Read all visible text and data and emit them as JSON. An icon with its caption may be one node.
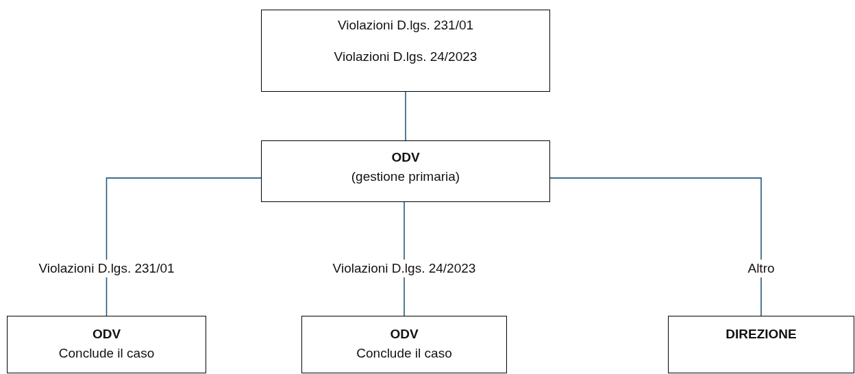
{
  "diagram": {
    "nodes": [
      {
        "text": [
          "Violazioni D.lgs. 231/01",
          "Violazioni D.lgs. 24/2023"
        ]
      },
      {
        "text": [
          "ODV",
          "(gestione primaria)"
        ]
      },
      {
        "text": [
          "ODV",
          "Conclude il caso"
        ]
      },
      {
        "text": [
          "ODV",
          "Conclude il caso"
        ]
      },
      {
        "text": [
          "DIREZIONE"
        ]
      }
    ],
    "edges": [
      {
        "from": 0,
        "to": 1,
        "arrow": "none"
      },
      {
        "from": 1,
        "to": 2,
        "arrow": "none",
        "label": "Violazioni D.lgs. 231/01"
      },
      {
        "from": 1,
        "to": 3,
        "arrow": "none",
        "label": "Violazioni D.lgs. 24/2023"
      },
      {
        "from": 1,
        "to": 4,
        "arrow": "none",
        "label": "Altro"
      }
    ]
  }
}
